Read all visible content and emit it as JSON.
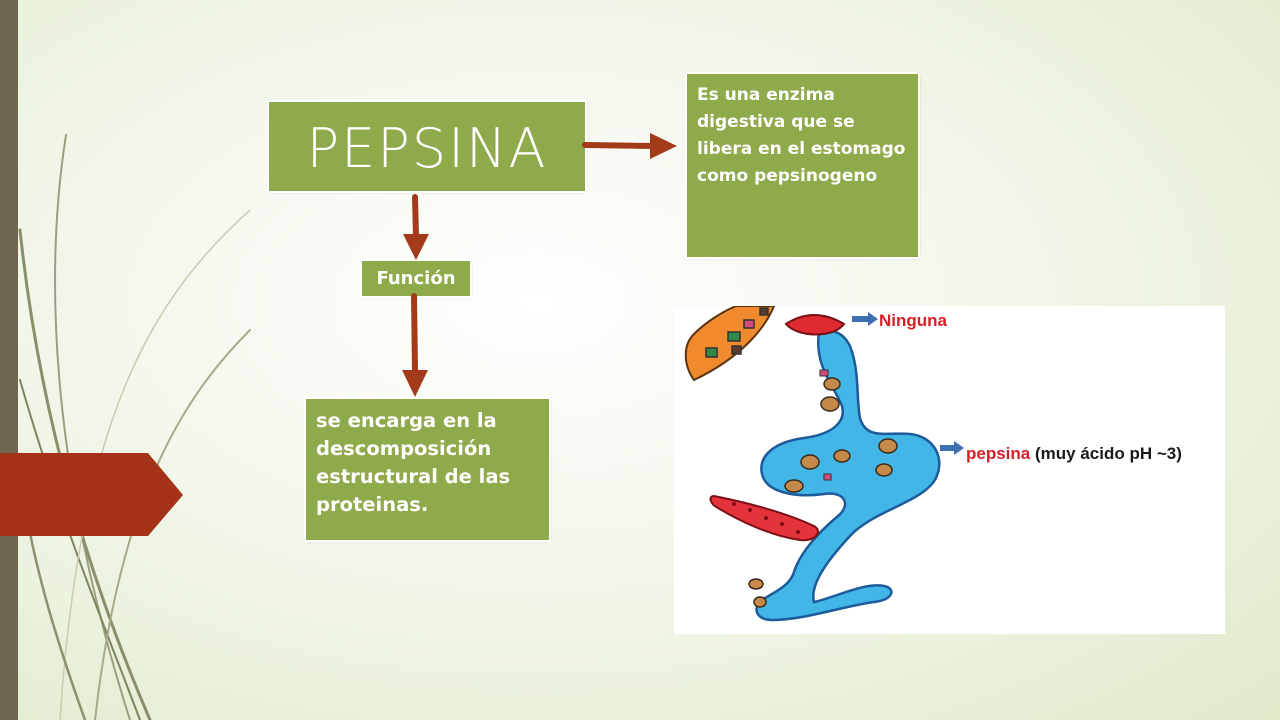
{
  "slide": {
    "title": "PEPSINA",
    "definition": "Es una enzima digestiva que se libera en el estomago como pepsinogeno",
    "function_label": "Función",
    "function_description": "se encarga en la descomposición estructural de las proteinas."
  },
  "illustration": {
    "label_mouth": "Ninguna",
    "label_stomach_enzyme": "pepsina",
    "label_stomach_condition": "(muy ácido pH ~3)"
  },
  "colors": {
    "box_green": "#8faa4b",
    "arrow_red": "#a33a1a",
    "tab_red": "#a33216",
    "bar_brown": "#6f6650",
    "label_red": "#d61f26",
    "pointer_blue": "#3e6fb0"
  }
}
